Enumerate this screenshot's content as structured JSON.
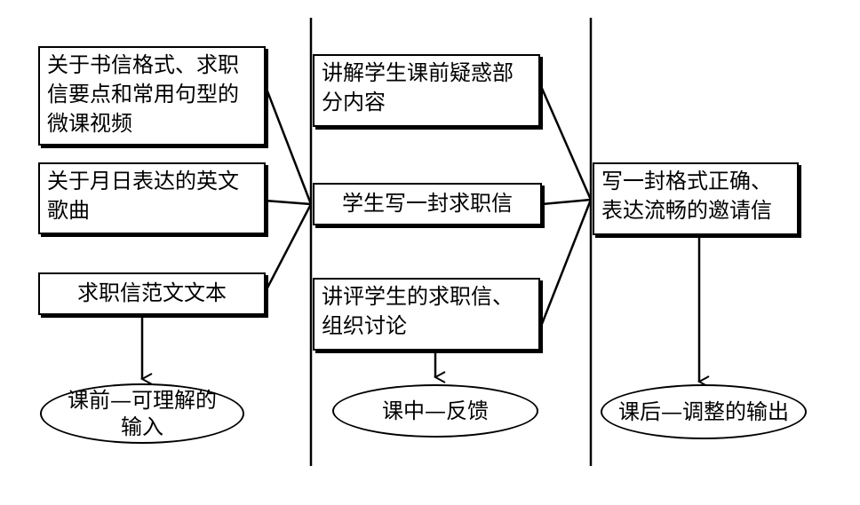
{
  "column1": {
    "box_micro_video": "关于书信格式、求职\n信要点和常用句型的\n微课视频",
    "box_song": "关于月日表达的英文\n歌曲",
    "box_sample_text": "求职信范文文本",
    "oval_pre_class": "课前—可理解的\n输入"
  },
  "column2": {
    "box_explain_doubts": "讲解学生课前疑惑部\n分内容",
    "box_write_letter": "学生写一封求职信",
    "box_comment_discuss": "讲评学生的求职信、\n组织讨论",
    "oval_in_class": "课中—反馈"
  },
  "column3": {
    "box_invitation": "写一封格式正确、\n表达流畅的邀请信",
    "oval_after_class": "课后—调整的输出"
  }
}
